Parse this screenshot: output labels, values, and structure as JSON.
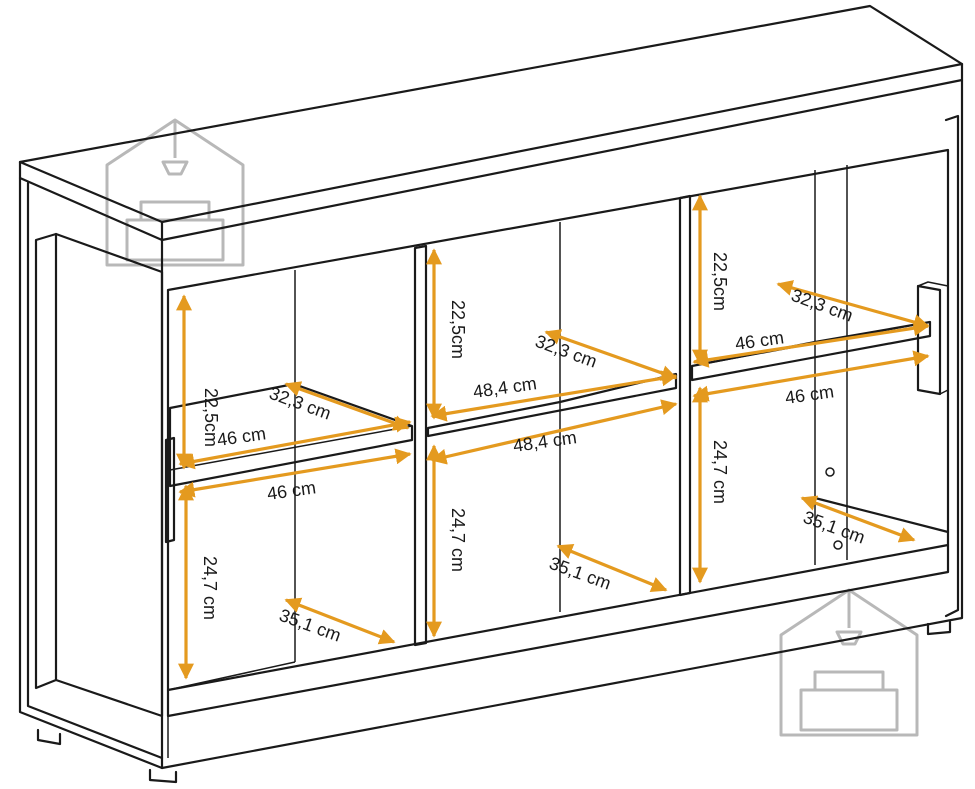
{
  "diagram": {
    "accent_color": "#E49A1F",
    "dimensions": [
      {
        "id": "left-upper-height",
        "label": "22,5cm"
      },
      {
        "id": "left-shelf-depth",
        "label": "32,3 cm"
      },
      {
        "id": "left-shelf-width",
        "label": "46 cm"
      },
      {
        "id": "left-lower-width",
        "label": "46 cm"
      },
      {
        "id": "left-lower-height",
        "label": "24,7 cm"
      },
      {
        "id": "left-bottom-depth",
        "label": "35,1 cm"
      },
      {
        "id": "center-upper-height",
        "label": "22,5cm"
      },
      {
        "id": "center-shelf-depth",
        "label": "32,3 cm"
      },
      {
        "id": "center-shelf-width",
        "label": "48,4 cm"
      },
      {
        "id": "center-lower-width",
        "label": "48,4 cm"
      },
      {
        "id": "center-lower-height",
        "label": "24,7 cm"
      },
      {
        "id": "center-bottom-depth",
        "label": "35,1 cm"
      },
      {
        "id": "right-upper-height",
        "label": "22,5cm"
      },
      {
        "id": "right-shelf-depth",
        "label": "32,3 cm"
      },
      {
        "id": "right-shelf-width",
        "label": "46 cm"
      },
      {
        "id": "right-lower-width",
        "label": "46 cm"
      },
      {
        "id": "right-lower-height",
        "label": "24,7 cm"
      },
      {
        "id": "right-bottom-depth",
        "label": "35,1 cm"
      }
    ],
    "watermark_icons": [
      "home-sofa-watermark-icon",
      "home-sofa-watermark-icon"
    ]
  }
}
